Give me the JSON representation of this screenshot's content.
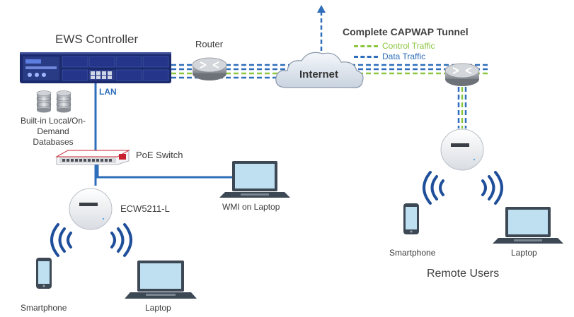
{
  "labels": {
    "ews_controller": "EWS Controller",
    "router": "Router",
    "capwap_title": "Complete CAPWAP Tunnel",
    "internet": "Internet",
    "lan": "LAN",
    "databases": "Built-in Local/On-Demand Databases",
    "poe_switch": "PoE Switch",
    "access_point": "ECW5211-L",
    "wmi_laptop": "WMI on Laptop",
    "smartphone_left": "Smartphone",
    "laptop_left": "Laptop",
    "smartphone_right": "Smartphone",
    "laptop_right": "Laptop",
    "remote_users": "Remote Users"
  },
  "legend": [
    {
      "label": "Control Traffic",
      "color": "#8cc63f"
    },
    {
      "label": "Data Traffic",
      "color": "#2f6eba"
    }
  ],
  "colors": {
    "control": "#8cc63f",
    "data": "#2f6eba",
    "lan": "#2f6eba",
    "wifi": "#1f4f9a",
    "controller": "#1a2a6c",
    "switch_accent": "#c8202f"
  },
  "icons": [
    "controller-icon",
    "database-icon",
    "router-icon",
    "cloud-icon",
    "switch-icon",
    "access-point-icon",
    "laptop-icon",
    "smartphone-icon",
    "wifi-wave-icon",
    "arrow-up-icon"
  ]
}
